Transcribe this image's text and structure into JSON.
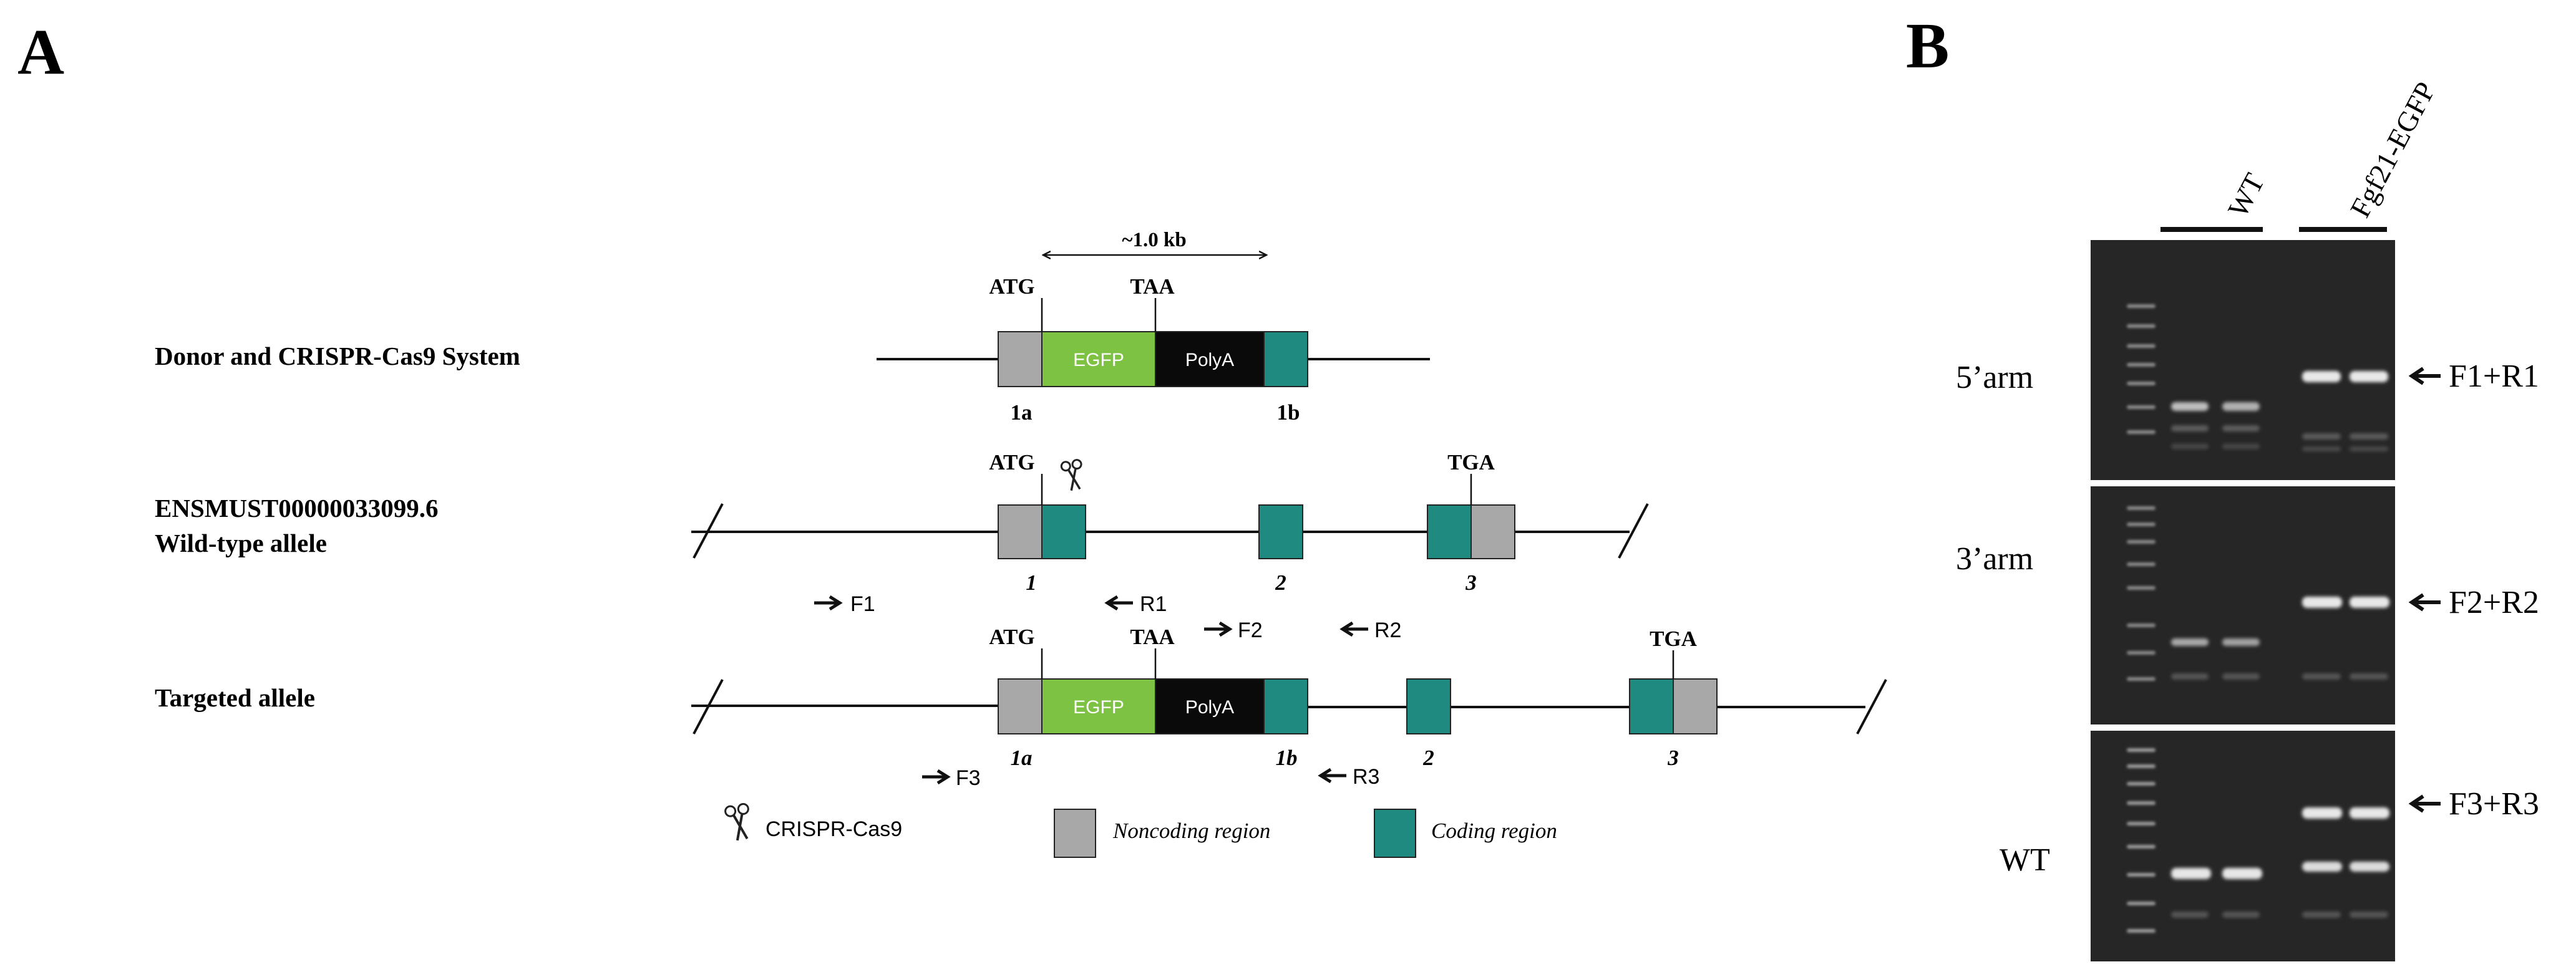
{
  "panel_a": {
    "label": "A",
    "donor": {
      "title": "Donor and CRISPR-Cas9 System",
      "size_label": "~1.0 kb",
      "atg": "ATG",
      "taa": "TAA",
      "egfp": "EGFP",
      "polya": "PolyA",
      "exon_1a": "1a",
      "exon_1b": "1b"
    },
    "wildtype": {
      "title_line1": "ENSMUST00000033099.6",
      "title_line2": "Wild-type allele",
      "atg": "ATG",
      "tga": "TGA",
      "exon_1": "1",
      "exon_2": "2",
      "exon_3": "3"
    },
    "primers": {
      "f1": "F1",
      "r1": "R1",
      "f2": "F2",
      "r2": "R2",
      "f3": "F3",
      "r3": "R3"
    },
    "targeted": {
      "title": "Targeted allele",
      "atg": "ATG",
      "taa": "TAA",
      "tga": "TGA",
      "egfp": "EGFP",
      "polya": "PolyA",
      "exon_1a": "1a",
      "exon_1b": "1b",
      "exon_2": "2",
      "exon_3": "3"
    },
    "legend": {
      "crispr": "CRISPR-Cas9",
      "noncoding": "Noncoding region",
      "coding": "Coding region"
    },
    "colors": {
      "noncoding": "#a8a8a8",
      "coding": "#1e8a80",
      "egfp": "#7dc242",
      "polya": "#0a0a0a"
    }
  },
  "panel_b": {
    "label": "B",
    "lanes": {
      "wt": "WT",
      "fgf21": "Fgf21-EGFP"
    },
    "rows": [
      {
        "left": "5’arm",
        "right": "F1+R1"
      },
      {
        "left": "3’arm",
        "right": "F2+R2"
      },
      {
        "left": "WT",
        "right": "F3+R3"
      }
    ],
    "gel_color": "#262626"
  }
}
